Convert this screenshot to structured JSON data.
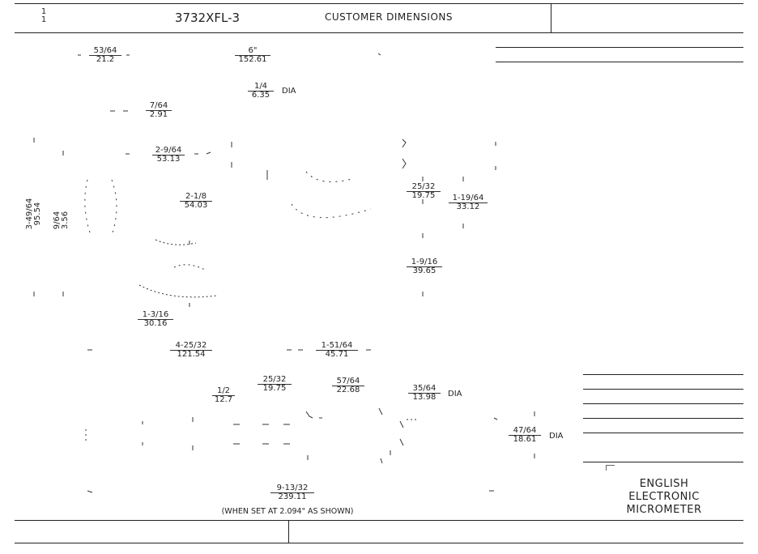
{
  "header": {
    "sheet_top": "1",
    "sheet_bottom": "1",
    "part_number": "3732XFL-3",
    "description": "CUSTOMER DIMENSIONS"
  },
  "dimensions": {
    "d1_in": "53/64",
    "d1_mm": "21.2",
    "d2_in": "6\"",
    "d2_mm": "152.61",
    "d3_in": "1/4",
    "d3_mm": "6.35",
    "d3_suffix": "DIA",
    "d4_in": "7/64",
    "d4_mm": "2.91",
    "d5_in": "2-9/64",
    "d5_mm": "53.13",
    "d6_in": "2-1/8",
    "d6_mm": "54.03",
    "d7_in": "3-49/64",
    "d7_mm": "95.54",
    "d8_in": "9/64",
    "d8_mm": "3.56",
    "d9_in": "25/32",
    "d9_mm": "19.75",
    "d10_in": "1-19/64",
    "d10_mm": "33.12",
    "d11_in": "1-9/16",
    "d11_mm": "39.65",
    "d12_in": "1-3/16",
    "d12_mm": "30.16",
    "d13_in": "4-25/32",
    "d13_mm": "121.54",
    "d14_in": "1-51/64",
    "d14_mm": "45.71",
    "d15_in": "1/2",
    "d15_mm": "12.7",
    "d16_in": "25/32",
    "d16_mm": "19.75",
    "d17_in": "57/64",
    "d17_mm": "22.68",
    "d18_in": "35/64",
    "d18_mm": "13.98",
    "d18_suffix": "DIA",
    "d19_in": "47/64",
    "d19_mm": "18.61",
    "d19_suffix": "DIA",
    "d20_in": "9-13/32",
    "d20_mm": "239.11",
    "note": "(WHEN SET AT 2.094\" AS SHOWN)"
  },
  "brand": {
    "line1": "ENGLISH",
    "line2": "ELECTRONIC",
    "line3": "MICROMETER"
  }
}
